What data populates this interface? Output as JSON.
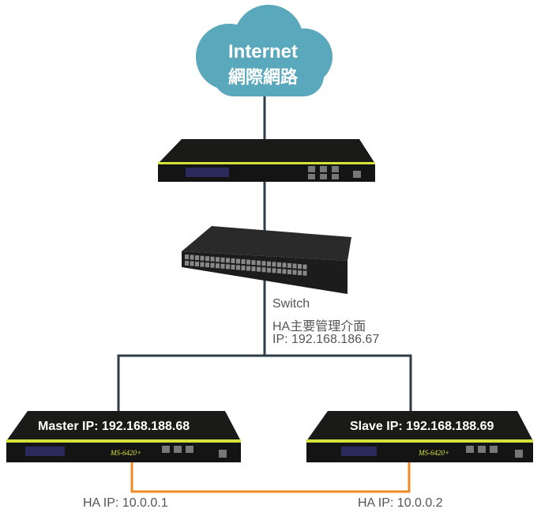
{
  "cloud": {
    "title": "Internet",
    "subtitle": "網際網路",
    "color": "#5aa8bc"
  },
  "switch": {
    "lines": [
      "Switch",
      "HA主要管理介面",
      "IP: 192.168.186.67"
    ]
  },
  "master": {
    "label": "Master IP: 192.168.188.68",
    "ha_ip": "HA IP: 10.0.0.1",
    "model": "MS-6420+"
  },
  "slave": {
    "label": "Slave IP: 192.168.188.69",
    "ha_ip": "HA IP: 10.0.0.2",
    "model": "MS-6420+"
  },
  "colors": {
    "network_line": "#2e3d48",
    "ha_line": "#f08a24",
    "device_accent": "#d4e23a"
  }
}
